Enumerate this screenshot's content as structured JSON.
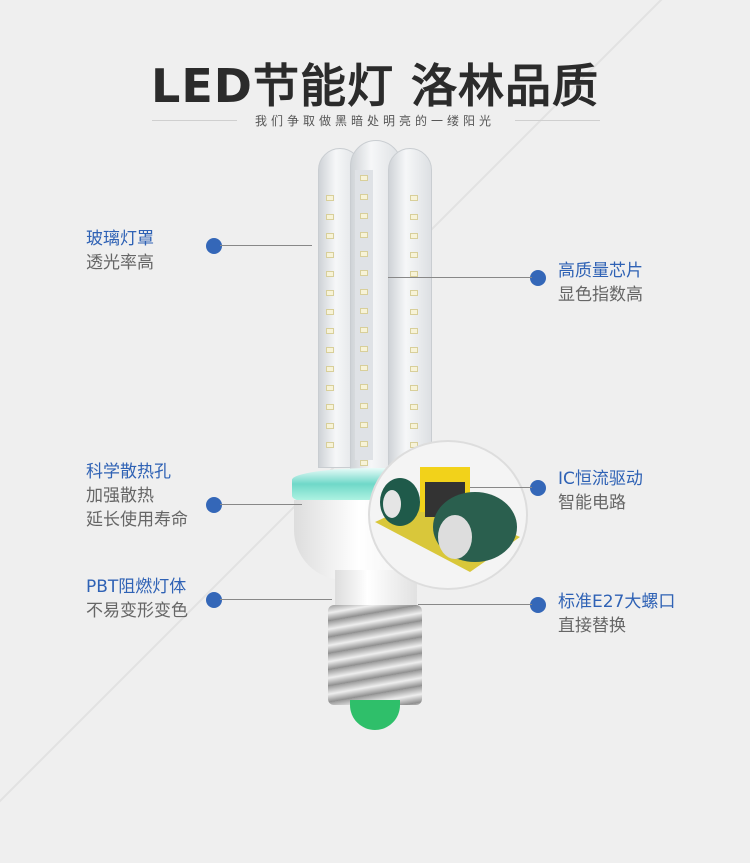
{
  "header": {
    "title": "LED节能灯 洛林品质",
    "subtitle": "我们争取做黑暗处明亮的一缕阳光"
  },
  "features": [
    {
      "title": "玻璃灯罩",
      "desc": [
        "透光率高"
      ]
    },
    {
      "title": "高质量芯片",
      "desc": [
        "显色指数高"
      ]
    },
    {
      "title": "科学散热孔",
      "desc": [
        "加强散热",
        "延长使用寿命"
      ]
    },
    {
      "title": "IC恒流驱动",
      "desc": [
        "智能电路"
      ]
    },
    {
      "title": "PBT阻燃灯体",
      "desc": [
        "不易变形变色"
      ]
    },
    {
      "title": "标准E27大螺口",
      "desc": [
        "直接替换"
      ]
    }
  ],
  "colors": {
    "accent": "#3467b8",
    "title": "#2b2b2b"
  }
}
